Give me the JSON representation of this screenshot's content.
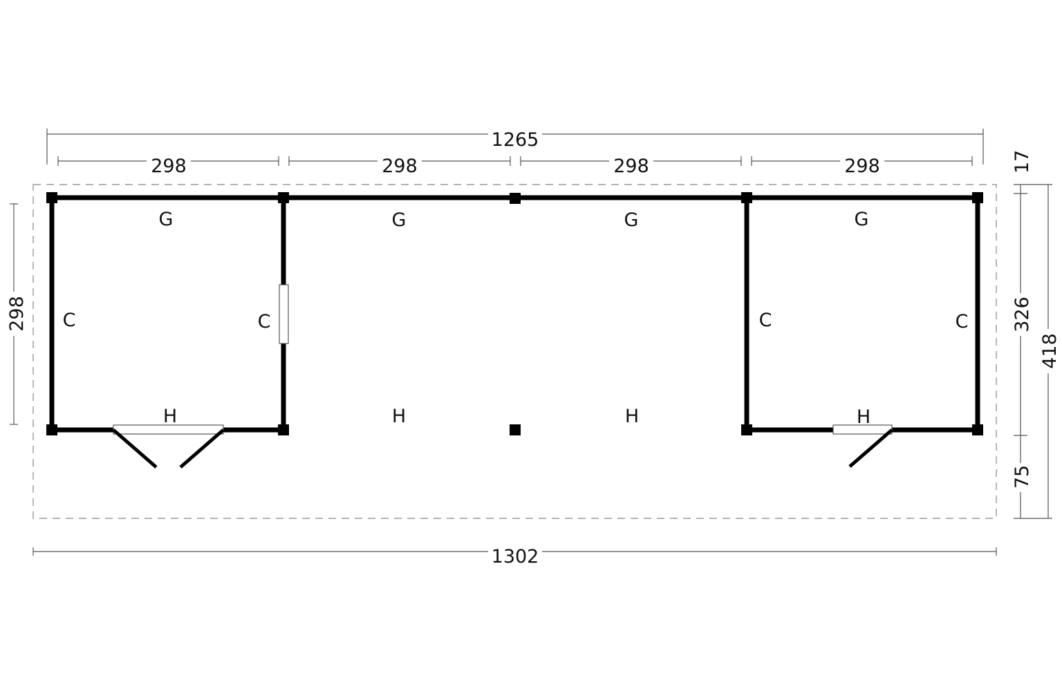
{
  "colors": {
    "wall": "#000000",
    "dimension_line": "#555555",
    "outline_dashed": "#9a9a9a",
    "background": "#ffffff"
  },
  "dimensions": {
    "overall_top": "1265",
    "bays": [
      "298",
      "298",
      "298",
      "298"
    ],
    "overall_bottom": "1302",
    "left_height": "298",
    "right_overhang_top": "17",
    "right_inner_depth": "326",
    "right_overhang_front": "75",
    "right_total": "418"
  },
  "wall_labels": {
    "back": [
      "G",
      "G",
      "G",
      "G"
    ],
    "side": [
      "C",
      "C",
      "C",
      "C"
    ],
    "front": [
      "H",
      "H",
      "H",
      "H"
    ]
  }
}
